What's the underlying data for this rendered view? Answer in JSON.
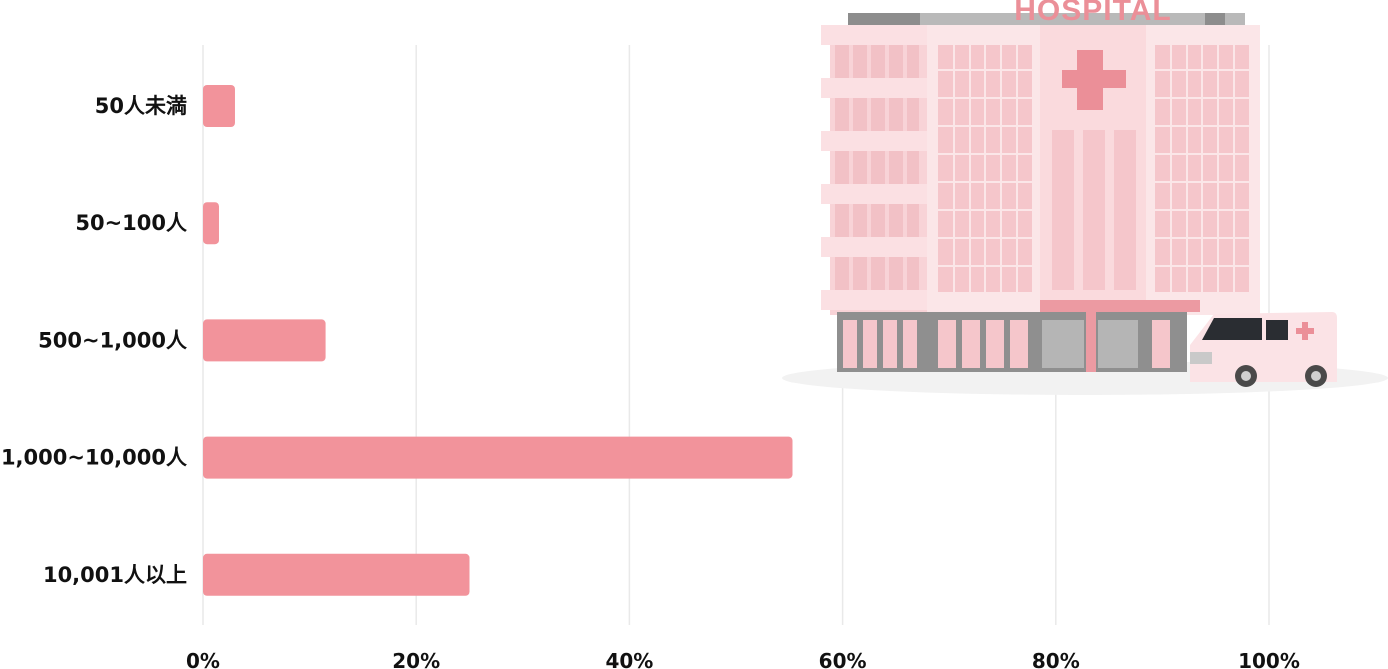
{
  "chart_data": {
    "type": "bar",
    "orientation": "horizontal",
    "categories": [
      "50人未満",
      "50~100人",
      "500~1,000人",
      "1,000~10,000人",
      "10,001人以上"
    ],
    "values": [
      3,
      1.5,
      11.5,
      55.3,
      25
    ],
    "x_ticks": [
      "0%",
      "20%",
      "40%",
      "60%",
      "80%",
      "100%"
    ],
    "xlim": [
      0,
      100
    ],
    "grid": "vertical",
    "bar_color": "#f2939b"
  },
  "illustration": {
    "sign_text": "HOSPITAL",
    "icon": "hospital-with-ambulance-illustration"
  }
}
